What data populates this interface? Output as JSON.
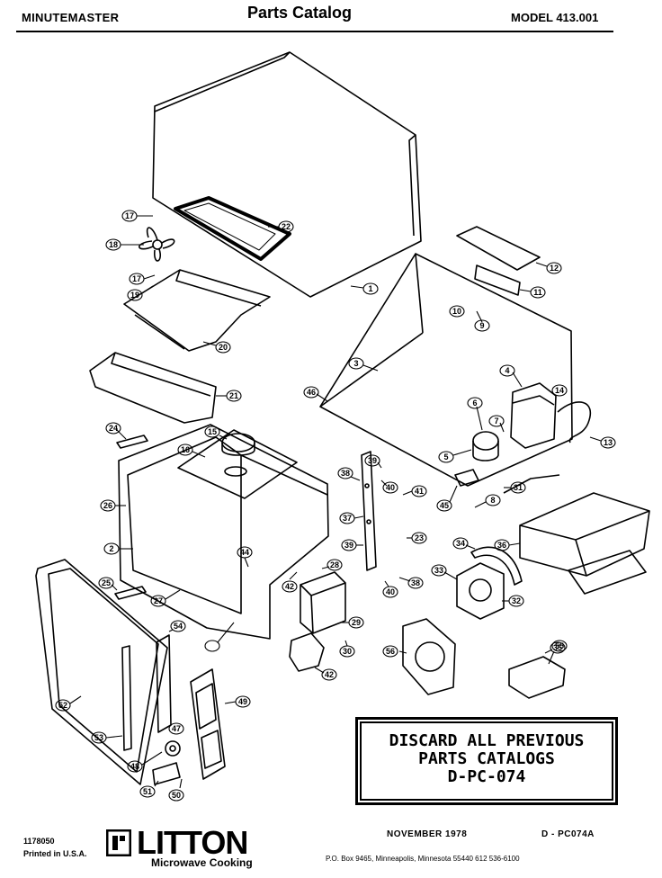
{
  "header": {
    "brand": "MINUTEMASTER",
    "title": "Parts Catalog",
    "model": "MODEL 413.001"
  },
  "callouts": [
    "1",
    "2",
    "3",
    "4",
    "5",
    "6",
    "7",
    "8",
    "9",
    "10",
    "11",
    "12",
    "13",
    "14",
    "15",
    "16",
    "17",
    "17",
    "18",
    "19",
    "20",
    "21",
    "22",
    "23",
    "24",
    "25",
    "26",
    "27",
    "28",
    "29",
    "30",
    "31",
    "32",
    "33",
    "34",
    "35",
    "36",
    "37",
    "38",
    "38",
    "39",
    "39",
    "40",
    "40",
    "41",
    "42",
    "42",
    "44",
    "45",
    "46",
    "47",
    "48",
    "49",
    "50",
    "51",
    "52",
    "53",
    "54",
    "55",
    "56"
  ],
  "notice": {
    "line1": "DISCARD ALL PREVIOUS",
    "line2": "PARTS CATALOGS",
    "line3": "D-PC-074"
  },
  "footer": {
    "code": "1178050",
    "printed": "Printed in U.S.A.",
    "logo_word": "LITTON",
    "logo_sub": "Microwave Cooking",
    "date": "NOVEMBER 1978",
    "doc_number": "D - PC074A",
    "address": "P.O. Box 9465, Minneapolis, Minnesota 55440    612 536-6100"
  }
}
